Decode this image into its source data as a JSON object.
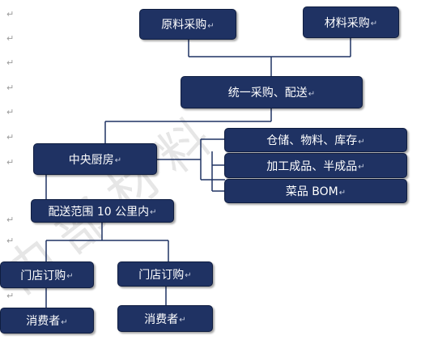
{
  "diagram": {
    "nodes": {
      "raw_purchase": "原料采购",
      "material_purchase": "材料采购",
      "unified": "统一采购、配送",
      "central_kitchen": "中央厨房",
      "warehouse": "仓储、物料、库存",
      "processing": "加工成品、半成品",
      "bom": "菜品 BOM",
      "delivery_range": "配送范围 10 公里内",
      "store_order_left": "门店订购",
      "store_order_right": "门店订购",
      "consumer_left": "消费者",
      "consumer_right": "消费者"
    },
    "return_mark": "↵",
    "watermark_chars": [
      "内",
      "部",
      "材",
      "料"
    ]
  },
  "colors": {
    "box_fill": "#1f3263",
    "box_text": "#ffffff",
    "connector": "#1f3263",
    "watermark": "#e6e6e6"
  }
}
